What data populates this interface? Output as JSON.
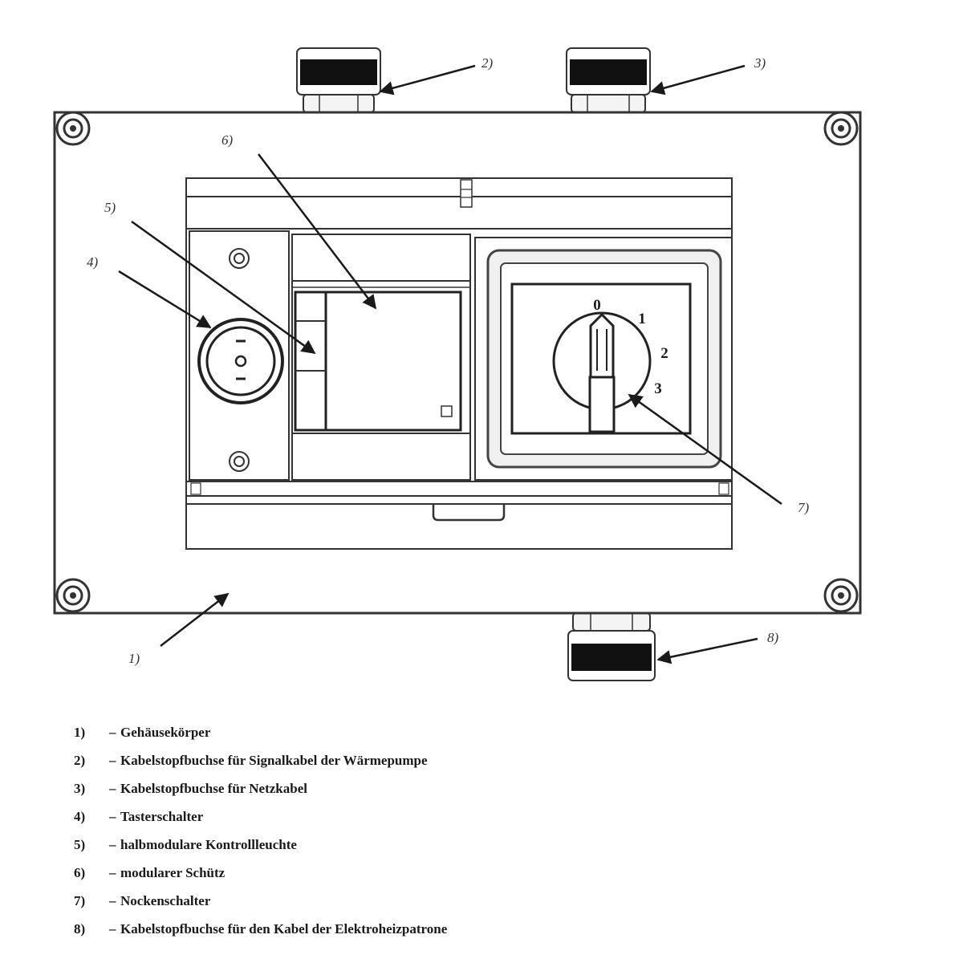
{
  "diagram": {
    "callouts": {
      "c1": "1)",
      "c2": "2)",
      "c3": "3)",
      "c4": "4)",
      "c5": "5)",
      "c6": "6)",
      "c7": "7)",
      "c8": "8)"
    },
    "switch_positions": [
      "0",
      "1",
      "2",
      "3"
    ]
  },
  "legend": [
    {
      "num": "1)",
      "text": "Gehäusekörper"
    },
    {
      "num": "2)",
      "text": "Kabelstopfbuchse für Signalkabel der Wärmepumpe"
    },
    {
      "num": "3)",
      "text": "Kabelstopfbuchse für Netzkabel"
    },
    {
      "num": "4)",
      "text": "Tasterschalter"
    },
    {
      "num": "5)",
      "text": "halbmodulare Kontrollleuchte"
    },
    {
      "num": "6)",
      "text": "modularer Schütz"
    },
    {
      "num": "7)",
      "text": "Nockenschalter"
    },
    {
      "num": "8)",
      "text": "Kabelstopfbuchse für den Kabel der Elektroheizpatrone"
    }
  ],
  "legend_dash": "–"
}
